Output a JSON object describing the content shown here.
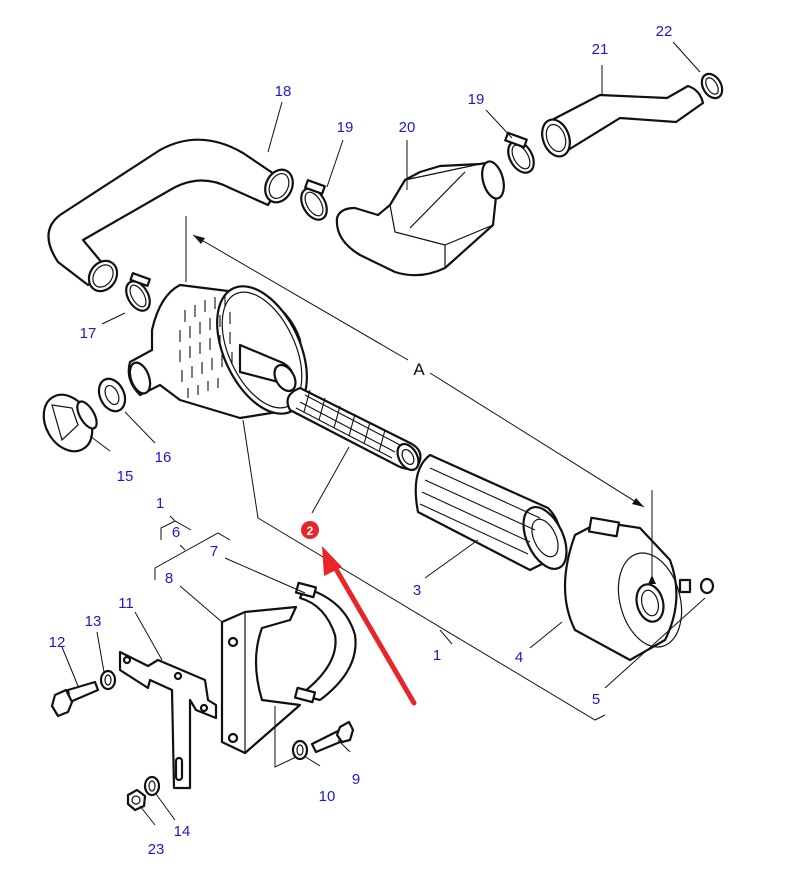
{
  "diagram": {
    "title": "Air filter assembly – exploded parts view",
    "dimension_label": "A",
    "callouts": [
      {
        "id": "c1a",
        "label": "1"
      },
      {
        "id": "c1b",
        "label": "1"
      },
      {
        "id": "c2",
        "label": "2"
      },
      {
        "id": "c3",
        "label": "3"
      },
      {
        "id": "c4",
        "label": "4"
      },
      {
        "id": "c5",
        "label": "5"
      },
      {
        "id": "c6",
        "label": "6"
      },
      {
        "id": "c7",
        "label": "7"
      },
      {
        "id": "c8",
        "label": "8"
      },
      {
        "id": "c9",
        "label": "9"
      },
      {
        "id": "c10",
        "label": "10"
      },
      {
        "id": "c11",
        "label": "11"
      },
      {
        "id": "c12",
        "label": "12"
      },
      {
        "id": "c13",
        "label": "13"
      },
      {
        "id": "c14",
        "label": "14"
      },
      {
        "id": "c15",
        "label": "15"
      },
      {
        "id": "c16",
        "label": "16"
      },
      {
        "id": "c17",
        "label": "17"
      },
      {
        "id": "c18",
        "label": "18"
      },
      {
        "id": "c19a",
        "label": "19"
      },
      {
        "id": "c19b",
        "label": "19"
      },
      {
        "id": "c20",
        "label": "20"
      },
      {
        "id": "c21",
        "label": "21"
      },
      {
        "id": "c22",
        "label": "22"
      },
      {
        "id": "c23",
        "label": "23"
      }
    ],
    "highlight": {
      "label": "2",
      "color": "#e8262a",
      "arrow_color": "#e8262a"
    },
    "colors": {
      "callout": "#1a1acc",
      "line": "#111111",
      "background": "#ffffff"
    }
  }
}
